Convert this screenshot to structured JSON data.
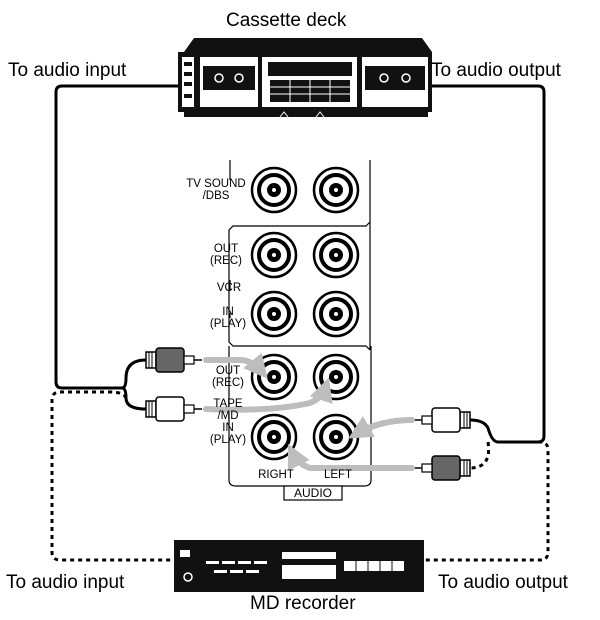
{
  "devices": {
    "top": "Cassette deck",
    "bottom": "MD recorder"
  },
  "connections": {
    "top_left": "To audio input",
    "top_right": "To audio output",
    "bottom_left": "To audio input",
    "bottom_right": "To audio output"
  },
  "panel": {
    "tv_sound": "TV SOUND",
    "dbs": "/DBS",
    "vcr_out": "OUT",
    "vcr_rec": "(REC)",
    "vcr": "VCR",
    "vcr_in": "IN",
    "vcr_play": "(PLAY)",
    "tape_out": "OUT",
    "tape_rec": "(REC)",
    "tape": "TAPE",
    "md": "/MD",
    "tape_in": "IN",
    "tape_play": "(PLAY)",
    "right": "RIGHT",
    "left": "LEFT",
    "audio": "AUDIO"
  }
}
